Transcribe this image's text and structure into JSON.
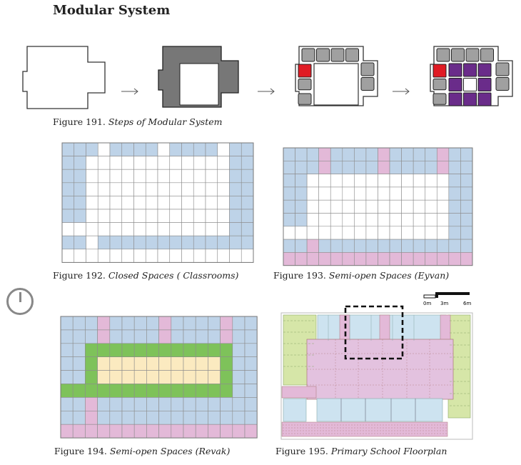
{
  "heading": "Modular System",
  "figures": {
    "f191": {
      "num": "Figure 191.",
      "title": "Steps of Modular System"
    },
    "f192": {
      "num": "Figure 192.",
      "title": "Closed Spaces ( Classrooms)"
    },
    "f193": {
      "num": "Figure 193.",
      "title": "Semi-open Spaces (Eyvan)"
    },
    "f194": {
      "num": "Figure 194.",
      "title": "Semi-open Spaces (Revak)"
    },
    "f195": {
      "num": "Figure 195.",
      "title": "Primary School Floorplan"
    }
  },
  "scale": {
    "labels": [
      "0m",
      "3m",
      "6m"
    ]
  },
  "colors": {
    "blue": "#bed3e8",
    "pink": "#e3b9d8",
    "green": "#7ec25a",
    "cream": "#fbeac0",
    "purple": "#6a2c8a",
    "red": "#e01b24",
    "grey": "#a0a0a0",
    "lightgreen": "#d6e6a8"
  },
  "icons": {
    "power": "power-icon"
  }
}
